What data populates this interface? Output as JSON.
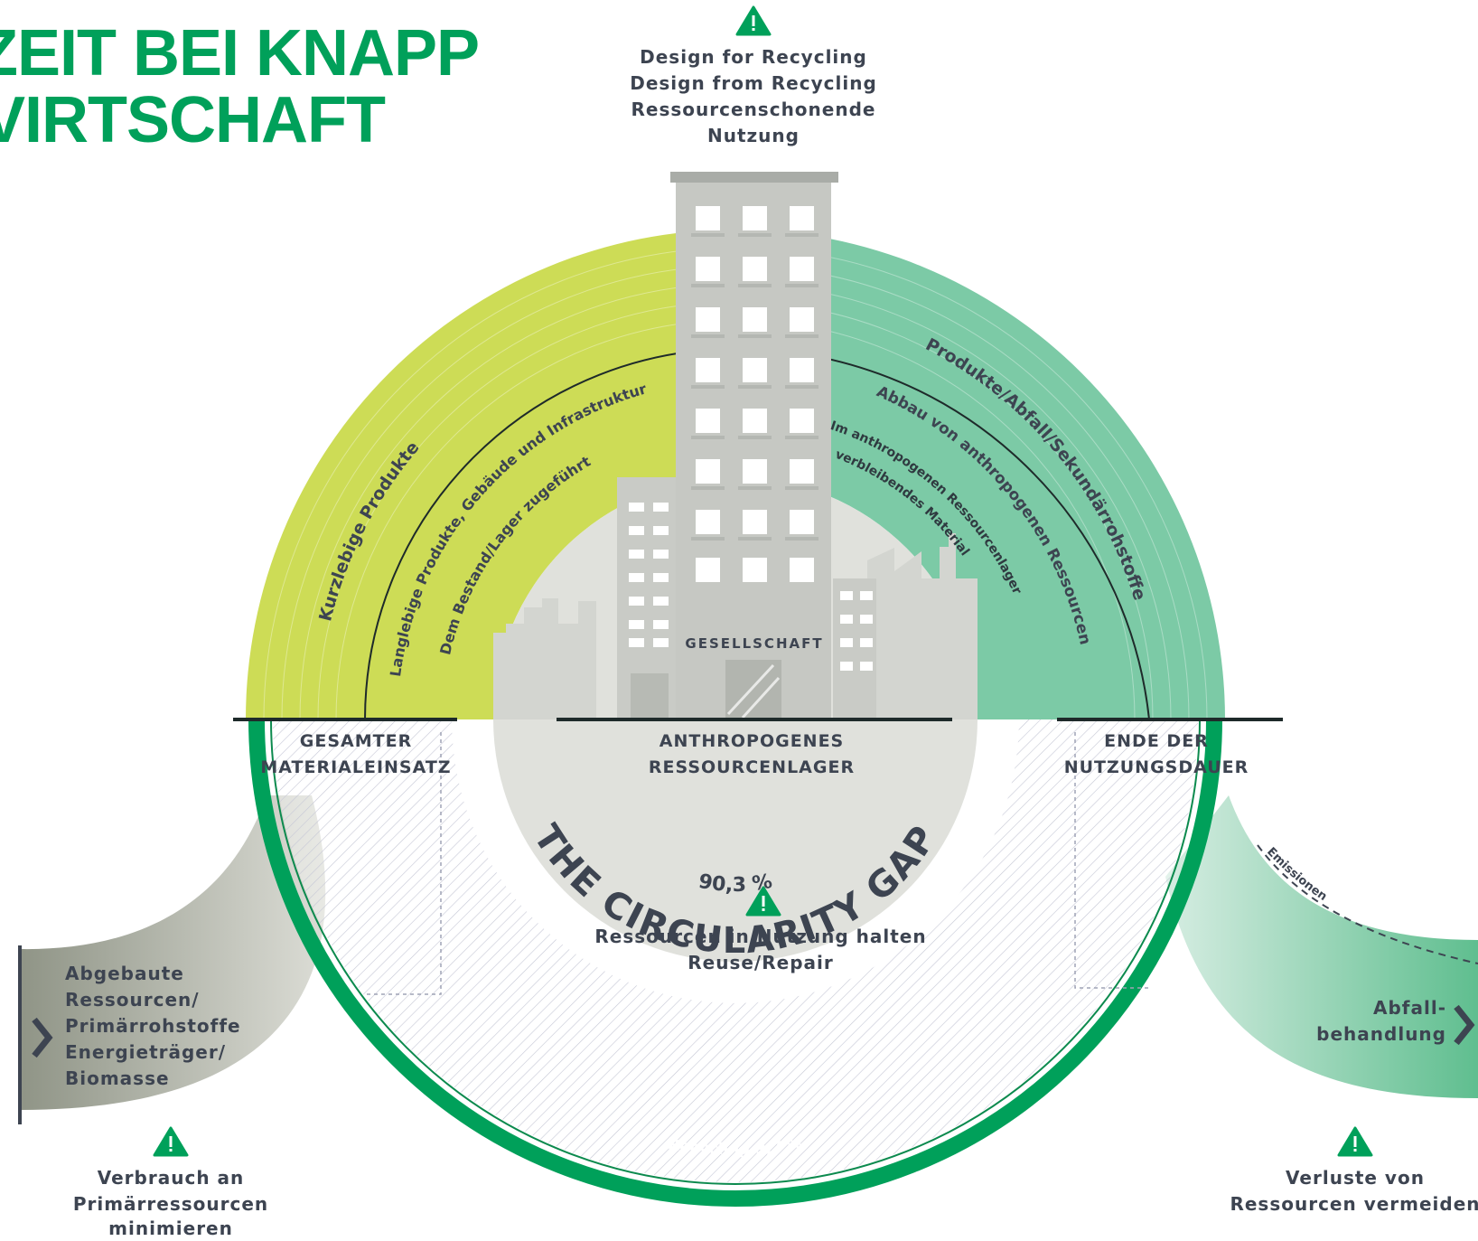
{
  "title": {
    "line1": "ZEIT BEI KNAPP",
    "line2": "VIRTSCHAFT"
  },
  "top_callout": {
    "icon": "warning-icon",
    "lines": [
      "Design for Recycling",
      "Design from Recycling",
      "Ressourcenschonende",
      "Nutzung"
    ]
  },
  "center_callout": {
    "icon": "warning-icon",
    "lines": [
      "Ressourcen in Nutzung halten",
      "Reuse/Repair"
    ]
  },
  "left_callout": {
    "icon": "warning-icon",
    "lines": [
      "Verbrauch an",
      "Primärressourcen",
      "minimieren"
    ]
  },
  "right_callout": {
    "icon": "warning-icon",
    "lines": [
      "Verluste von",
      "Ressourcen vermeiden"
    ]
  },
  "arc_labels": {
    "short_lived": "Kurzlebige Produkte",
    "long_lived_1": "Langlebige Produkte, Gebäude und Infrastruktur",
    "long_lived_2": "Dem Bestand/Lager zugeführt",
    "waste": "Produkte/Abfall/Sekundärrohstoffe",
    "dismantling": "Abbau von anthropogenen Ressourcen",
    "remaining_1": "Im anthropogenen Ressourcenlager",
    "remaining_2": "verbleibendes Material",
    "gap_title": "THE CIRCULARITY GAP",
    "recycling": "Recycling 9,7 %",
    "emissions": "Emissionen"
  },
  "gap_value": "90,3 %",
  "building_label": "GESELLSCHAFT",
  "sections": {
    "input": [
      "GESAMTER",
      "MATERIALEINSATZ"
    ],
    "stock": [
      "ANTHROPOGENES",
      "RESSOURCENLAGER"
    ],
    "end": [
      "ENDE DER",
      "NUTZUNGSDAUER"
    ]
  },
  "left_flow": {
    "lines": [
      "Abgebaute",
      "Ressourcen/",
      "Primärrohstoffe",
      "Energieträger/",
      "Biomasse"
    ],
    "icon": "chevron-right-icon"
  },
  "right_flow": {
    "lines": [
      "Abfall-",
      "behandlung"
    ],
    "icon": "chevron-right-icon"
  },
  "colors": {
    "title_green": "#00a05a",
    "lime": "#cddc56",
    "teal": "#7ccaa6",
    "ring_green": "#00a05a",
    "stock_gray": "#e0e1dc",
    "building_gray": "#c6c8c3",
    "text": "#3d4451"
  }
}
